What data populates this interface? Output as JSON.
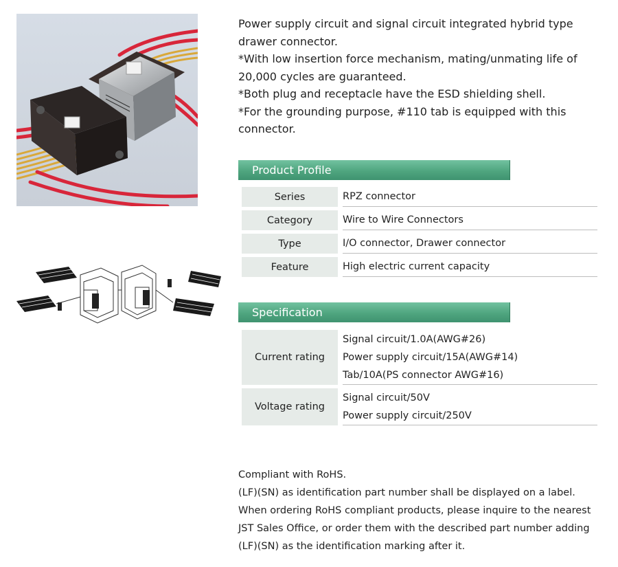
{
  "intro": {
    "line1": "Power supply circuit and signal circuit integrated hybrid type",
    "line2": "drawer connector.",
    "line3": "*With low insertion force mechanism, mating/unmating life of",
    "line4": "20,000 cycles are guaranteed.",
    "line5": "*Both plug and receptacle have the ESD shielding shell.",
    "line6": "*For the grounding purpose, #110 tab is equipped with this",
    "line7": "connector."
  },
  "product_profile": {
    "title": "Product Profile",
    "rows": [
      {
        "label": "Series",
        "value": "RPZ connector"
      },
      {
        "label": "Category",
        "value": "Wire to Wire Connectors"
      },
      {
        "label": "Type",
        "value": "I/O connector, Drawer connector"
      },
      {
        "label": "Feature",
        "value": "High electric current capacity"
      }
    ]
  },
  "specification": {
    "title": "Specification",
    "current": {
      "label": "Current rating",
      "lines": [
        "Signal circuit/1.0A(AWG#26)",
        "Power supply circuit/15A(AWG#14)",
        "Tab/10A(PS connector AWG#16)"
      ]
    },
    "voltage": {
      "label": "Voltage rating",
      "lines": [
        "Signal circuit/50V",
        "Power supply circuit/250V"
      ]
    }
  },
  "rohs": {
    "line1": "Compliant with RoHS.",
    "line2": "(LF)(SN) as identification part number shall be displayed on a label.",
    "line3": "When ordering RoHS compliant products, please inquire to the nearest",
    "line4": "JST Sales Office, or order them with the described part number adding",
    "line5": "(LF)(SN) as the identification marking after it."
  },
  "colors": {
    "section_bar": "#4fa57f",
    "label_cell": "#e6ebe8",
    "wire_red": "#d8263a",
    "wire_yellow": "#d9a83a"
  }
}
